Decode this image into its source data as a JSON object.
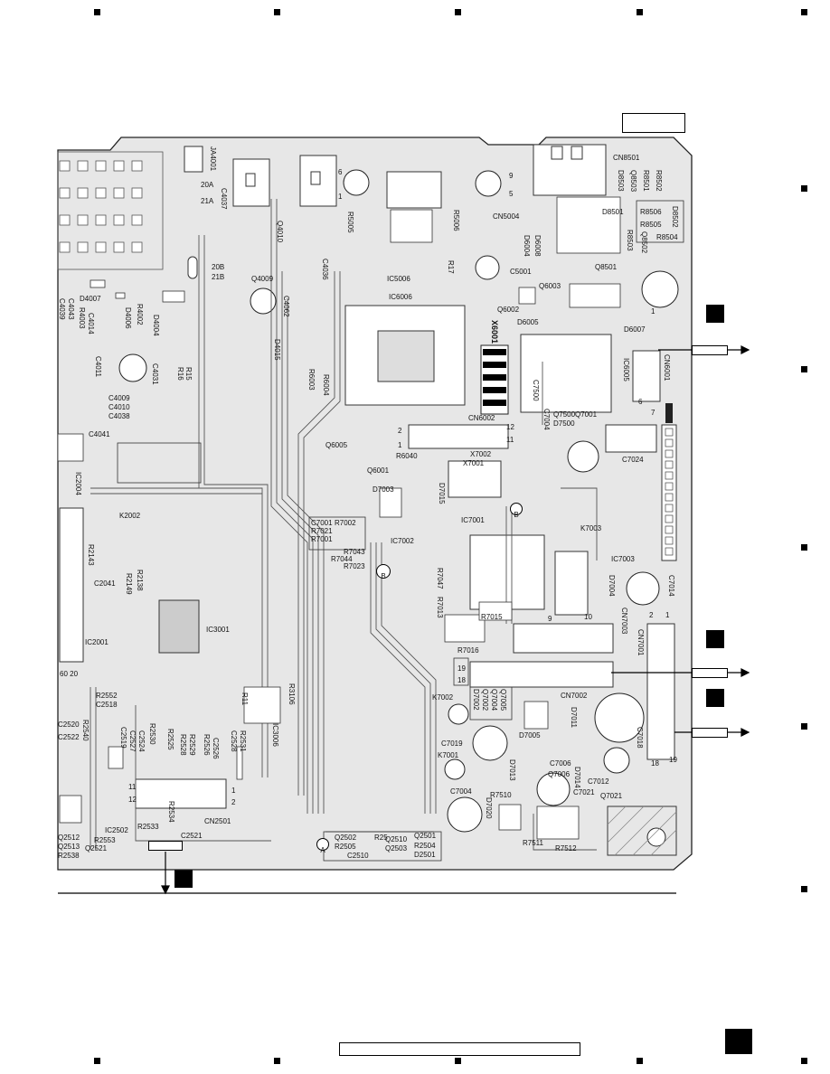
{
  "board": {
    "labels": [
      {
        "id": "cn8501",
        "text": "CN8501"
      },
      {
        "id": "jk4001",
        "text": "JA4001"
      },
      {
        "id": "p20a",
        "text": "20A"
      },
      {
        "id": "p21a",
        "text": "21A"
      },
      {
        "id": "p20b",
        "text": "20B"
      },
      {
        "id": "p21b",
        "text": "21B"
      },
      {
        "id": "c4037",
        "text": "C4037"
      },
      {
        "id": "q4010",
        "text": "Q4010"
      },
      {
        "id": "n6",
        "text": "6"
      },
      {
        "id": "n1",
        "text": "1"
      },
      {
        "id": "r5005",
        "text": "R5005"
      },
      {
        "id": "r5006",
        "text": "R5006"
      },
      {
        "id": "n9",
        "text": "9"
      },
      {
        "id": "n5",
        "text": "5"
      },
      {
        "id": "cn5004",
        "text": "CN5004"
      },
      {
        "id": "ic5006",
        "text": "IC5006"
      },
      {
        "id": "r17",
        "text": "R17"
      },
      {
        "id": "c5001",
        "text": "C5001"
      },
      {
        "id": "ic6006",
        "text": "IC6006"
      },
      {
        "id": "q4009",
        "text": "Q4009"
      },
      {
        "id": "c4036",
        "text": "C4036"
      },
      {
        "id": "c4062",
        "text": "C4062"
      },
      {
        "id": "d4015",
        "text": "D4015"
      },
      {
        "id": "d4007",
        "text": "D4007"
      },
      {
        "id": "c4043",
        "text": "C4043"
      },
      {
        "id": "c4039",
        "text": "C4039"
      },
      {
        "id": "r4003",
        "text": "R4003"
      },
      {
        "id": "c4014",
        "text": "C4014"
      },
      {
        "id": "r4002",
        "text": "R4002"
      },
      {
        "id": "d4006",
        "text": "D4006"
      },
      {
        "id": "d4004",
        "text": "D4004"
      },
      {
        "id": "c4011",
        "text": "C4011"
      },
      {
        "id": "c4031",
        "text": "C4031"
      },
      {
        "id": "r15",
        "text": "R15"
      },
      {
        "id": "r16",
        "text": "R16"
      },
      {
        "id": "c4009",
        "text": "C4009"
      },
      {
        "id": "c4010",
        "text": "C4010"
      },
      {
        "id": "c4038",
        "text": "C4038"
      },
      {
        "id": "c4041",
        "text": "C4041"
      },
      {
        "id": "r6003",
        "text": "R6003"
      },
      {
        "id": "r6004",
        "text": "R6004"
      },
      {
        "id": "d8501",
        "text": "D8501"
      },
      {
        "id": "r8502",
        "text": "R8502"
      },
      {
        "id": "r8501",
        "text": "R8501"
      },
      {
        "id": "q8503",
        "text": "Q8503"
      },
      {
        "id": "d8503",
        "text": "D8503"
      },
      {
        "id": "r8506",
        "text": "R8506"
      },
      {
        "id": "r8505",
        "text": "R8505"
      },
      {
        "id": "r8504",
        "text": "R8504"
      },
      {
        "id": "d8502",
        "text": "D8502"
      },
      {
        "id": "r8503",
        "text": "R8503"
      },
      {
        "id": "q8502",
        "text": "Q8502"
      },
      {
        "id": "d6008",
        "text": "D6008"
      },
      {
        "id": "d6004",
        "text": "D6004"
      },
      {
        "id": "q8501",
        "text": "Q8501"
      },
      {
        "id": "q6003",
        "text": "Q6003"
      },
      {
        "id": "q6002",
        "text": "Q6002"
      },
      {
        "id": "d6005",
        "text": "D6005"
      },
      {
        "id": "x6001",
        "text": "X6001"
      },
      {
        "id": "d6007",
        "text": "D6007"
      },
      {
        "id": "ic6005",
        "text": "IC6005"
      },
      {
        "id": "cn6001",
        "text": "CN6001"
      },
      {
        "id": "n7",
        "text": "7"
      },
      {
        "id": "n6b",
        "text": "6"
      },
      {
        "id": "n1b",
        "text": "1"
      },
      {
        "id": "c7500",
        "text": "C7500"
      },
      {
        "id": "c7004",
        "text": "C7004"
      },
      {
        "id": "cn6002",
        "text": "CN6002"
      },
      {
        "id": "n12",
        "text": "12"
      },
      {
        "id": "n11",
        "text": "11"
      },
      {
        "id": "n2",
        "text": "2"
      },
      {
        "id": "n1c",
        "text": "1"
      },
      {
        "id": "q6005",
        "text": "Q6005"
      },
      {
        "id": "r6040",
        "text": "R6040"
      },
      {
        "id": "q6001",
        "text": "Q6001"
      },
      {
        "id": "x7002",
        "text": "X7002"
      },
      {
        "id": "x7001",
        "text": "X7001"
      },
      {
        "id": "q7500",
        "text": "Q7500"
      },
      {
        "id": "q7001",
        "text": "Q7001"
      },
      {
        "id": "d7500",
        "text": "D7500"
      },
      {
        "id": "c7024",
        "text": "C7024"
      },
      {
        "id": "d7003",
        "text": "D7003"
      },
      {
        "id": "d7015",
        "text": "D7015"
      },
      {
        "id": "ic7001",
        "text": "IC7001"
      },
      {
        "id": "k7003",
        "text": "K7003"
      },
      {
        "id": "ic7002",
        "text": "IC7002"
      },
      {
        "id": "c7001",
        "text": "C7001"
      },
      {
        "id": "r7021",
        "text": "R7021"
      },
      {
        "id": "r7001",
        "text": "R7001"
      },
      {
        "id": "r7002",
        "text": "R7002"
      },
      {
        "id": "r7043",
        "text": "R7043"
      },
      {
        "id": "r7044",
        "text": "R7044"
      },
      {
        "id": "r7023",
        "text": "R7023"
      },
      {
        "id": "ic7003",
        "text": "IC7003"
      },
      {
        "id": "c7014",
        "text": "C7014"
      },
      {
        "id": "d7004",
        "text": "D7004"
      },
      {
        "id": "r7047",
        "text": "R7047"
      },
      {
        "id": "r7013",
        "text": "R7013"
      },
      {
        "id": "r7015",
        "text": "R7015"
      },
      {
        "id": "n9b",
        "text": "9"
      },
      {
        "id": "n10",
        "text": "10"
      },
      {
        "id": "cn7003",
        "text": "CN7003"
      },
      {
        "id": "cn7001",
        "text": "CN7001"
      },
      {
        "id": "r7016",
        "text": "R7016"
      },
      {
        "id": "n19",
        "text": "19"
      },
      {
        "id": "n18",
        "text": "18"
      },
      {
        "id": "n2b",
        "text": "2"
      },
      {
        "id": "n1d",
        "text": "1"
      },
      {
        "id": "k7002",
        "text": "K7002"
      },
      {
        "id": "q7005",
        "text": "Q7005"
      },
      {
        "id": "q7004",
        "text": "Q7004"
      },
      {
        "id": "q7002",
        "text": "Q7002"
      },
      {
        "id": "d7002",
        "text": "D7002"
      },
      {
        "id": "cn7002",
        "text": "CN7002"
      },
      {
        "id": "d7011",
        "text": "D7011"
      },
      {
        "id": "c7019",
        "text": "C7019"
      },
      {
        "id": "k7001",
        "text": "K7001"
      },
      {
        "id": "d7005",
        "text": "D7005"
      },
      {
        "id": "c7018",
        "text": "C7018"
      },
      {
        "id": "n19b",
        "text": "19"
      },
      {
        "id": "n18b",
        "text": "18"
      },
      {
        "id": "d7013",
        "text": "D7013"
      },
      {
        "id": "c7006",
        "text": "C7006"
      },
      {
        "id": "q7006",
        "text": "Q7006"
      },
      {
        "id": "d7014",
        "text": "D7014"
      },
      {
        "id": "c7012",
        "text": "C7012"
      },
      {
        "id": "c7021",
        "text": "C7021"
      },
      {
        "id": "q7021",
        "text": "Q7021"
      },
      {
        "id": "c7004b",
        "text": "C7004"
      },
      {
        "id": "d7020",
        "text": "D7020"
      },
      {
        "id": "r7510",
        "text": "R7510"
      },
      {
        "id": "r7511",
        "text": "R7511"
      },
      {
        "id": "r7512",
        "text": "R7512"
      },
      {
        "id": "ic2004",
        "text": "IC2004"
      },
      {
        "id": "k2002",
        "text": "K2002"
      },
      {
        "id": "r2143",
        "text": "R2143"
      },
      {
        "id": "r2138",
        "text": "R2138"
      },
      {
        "id": "r2149",
        "text": "R2149"
      },
      {
        "id": "c2041",
        "text": "C2041"
      },
      {
        "id": "ic3001",
        "text": "IC3001"
      },
      {
        "id": "ic2001",
        "text": "IC2001"
      },
      {
        "id": "n6020",
        "text": "60 20"
      },
      {
        "id": "r2552",
        "text": "R2552"
      },
      {
        "id": "c2518",
        "text": "C2518"
      },
      {
        "id": "r3106",
        "text": "R3106"
      },
      {
        "id": "r11",
        "text": "R11"
      },
      {
        "id": "ic3006",
        "text": "IC3006"
      },
      {
        "id": "c2520",
        "text": "C2520"
      },
      {
        "id": "c2522",
        "text": "C2522"
      },
      {
        "id": "r2540",
        "text": "R2540"
      },
      {
        "id": "c2519",
        "text": "C2519"
      },
      {
        "id": "c2527",
        "text": "C2527"
      },
      {
        "id": "c2524",
        "text": "C2524"
      },
      {
        "id": "r2530",
        "text": "R2530"
      },
      {
        "id": "r2525",
        "text": "R2525"
      },
      {
        "id": "r2529",
        "text": "R2529"
      },
      {
        "id": "r2528",
        "text": "R2528"
      },
      {
        "id": "r2526",
        "text": "R2526"
      },
      {
        "id": "c2526",
        "text": "C2526"
      },
      {
        "id": "r2531",
        "text": "R2531"
      },
      {
        "id": "c2528",
        "text": "C2528"
      },
      {
        "id": "n11b",
        "text": "11"
      },
      {
        "id": "n12b",
        "text": "12"
      },
      {
        "id": "n1e",
        "text": "1"
      },
      {
        "id": "n2c",
        "text": "2"
      },
      {
        "id": "cn2501",
        "text": "CN2501"
      },
      {
        "id": "ic2502",
        "text": "IC2502"
      },
      {
        "id": "r2533",
        "text": "R2533"
      },
      {
        "id": "r2534",
        "text": "R2534"
      },
      {
        "id": "c2521",
        "text": "C2521"
      },
      {
        "id": "q2512",
        "text": "Q2512"
      },
      {
        "id": "q2513",
        "text": "Q2513"
      },
      {
        "id": "q2521",
        "text": "Q2521"
      },
      {
        "id": "r2553",
        "text": "R2553"
      },
      {
        "id": "r2538",
        "text": "R2538"
      },
      {
        "id": "q2502",
        "text": "Q2502"
      },
      {
        "id": "r2505",
        "text": "R2505"
      },
      {
        "id": "r25",
        "text": "R25"
      },
      {
        "id": "q2510",
        "text": "Q2510"
      },
      {
        "id": "q2503",
        "text": "Q2503"
      },
      {
        "id": "c2510",
        "text": "C2510"
      },
      {
        "id": "q2501",
        "text": "Q2501"
      },
      {
        "id": "r2504",
        "text": "R2504"
      },
      {
        "id": "d2501",
        "text": "D2501"
      },
      {
        "id": "ptA",
        "text": "A"
      },
      {
        "id": "ptB",
        "text": "B"
      },
      {
        "id": "ptB2",
        "text": "B"
      }
    ]
  }
}
